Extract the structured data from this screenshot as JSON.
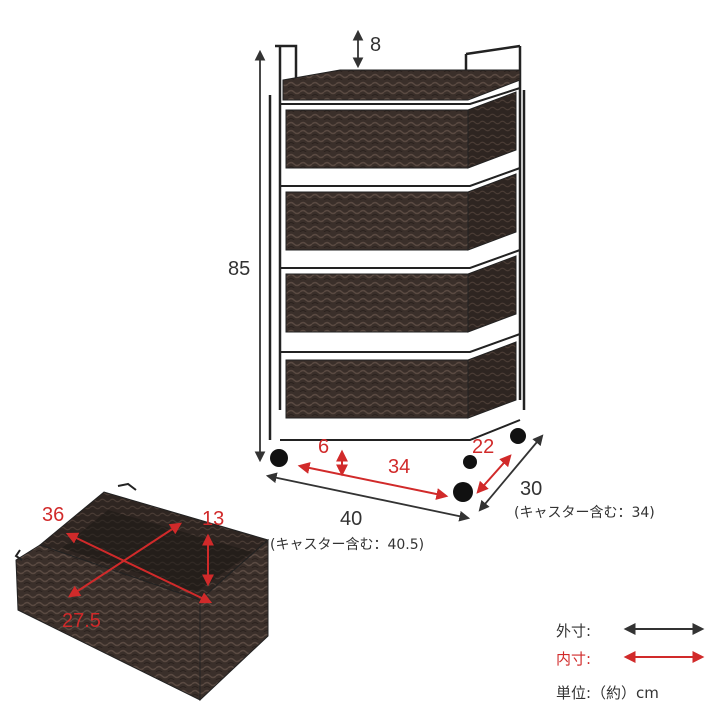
{
  "dimensions": {
    "top_gap": "8",
    "height": "85",
    "width": "40",
    "width_note": "(キャスター含む：40.5)",
    "depth": "30",
    "depth_note": "(キャスター含む：34)",
    "inner_gap": "6",
    "inner_width": "34",
    "inner_depth": "22"
  },
  "drawer": {
    "inner_length": "36",
    "inner_height": "13",
    "inner_depth": "27.5"
  },
  "legend": {
    "outer_label": "外寸:",
    "inner_label": "内寸:",
    "unit_label": "単位:（約）cm"
  },
  "colors": {
    "outer_arrow": "#333333",
    "inner_arrow": "#d12a2a",
    "frame": "#222222",
    "rattan": "#3a2f2a",
    "rattan_light": "#5a4a42"
  }
}
